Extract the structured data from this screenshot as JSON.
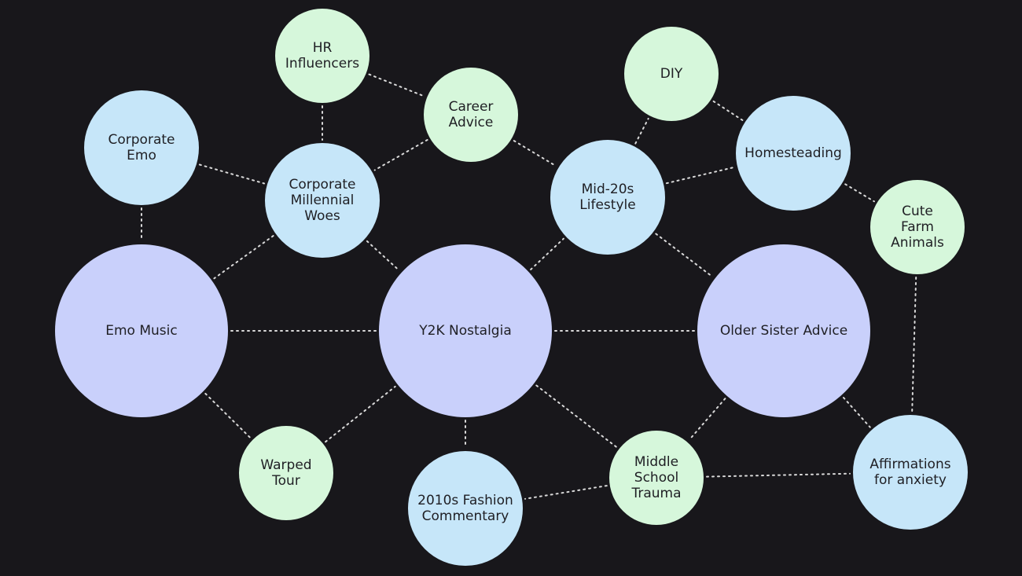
{
  "palette": {
    "background": "#18171b",
    "primary": "#c9d0fb",
    "secondary": "#c6e6f9",
    "tertiary": "#d6f7db",
    "text": "#1f1f24",
    "edge": "#d9d9d9"
  },
  "nodes": [
    {
      "id": "emo-music",
      "lines": [
        "Emo Music"
      ],
      "tier": "primary"
    },
    {
      "id": "y2k-nostalgia",
      "lines": [
        "Y2K Nostalgia"
      ],
      "tier": "primary"
    },
    {
      "id": "older-sister-advice",
      "lines": [
        "Older Sister Advice"
      ],
      "tier": "primary"
    },
    {
      "id": "corporate-emo",
      "lines": [
        "Corporate",
        "Emo"
      ],
      "tier": "secondary"
    },
    {
      "id": "corporate-millennial-woes",
      "lines": [
        "Corporate",
        "Millennial",
        "Woes"
      ],
      "tier": "secondary"
    },
    {
      "id": "mid-20s-lifestyle",
      "lines": [
        "Mid-20s",
        "Lifestyle"
      ],
      "tier": "secondary"
    },
    {
      "id": "homesteading",
      "lines": [
        "Homesteading"
      ],
      "tier": "secondary"
    },
    {
      "id": "2010s-fashion-commentary",
      "lines": [
        "2010s Fashion",
        "Commentary"
      ],
      "tier": "secondary"
    },
    {
      "id": "affirmations-for-anxiety",
      "lines": [
        "Affirmations",
        "for anxiety"
      ],
      "tier": "secondary"
    },
    {
      "id": "hr-influencers",
      "lines": [
        "HR",
        "Influencers"
      ],
      "tier": "tertiary"
    },
    {
      "id": "career-advice",
      "lines": [
        "Career",
        "Advice"
      ],
      "tier": "tertiary"
    },
    {
      "id": "diy",
      "lines": [
        "DIY"
      ],
      "tier": "tertiary"
    },
    {
      "id": "cute-farm-animals",
      "lines": [
        "Cute",
        "Farm",
        "Animals"
      ],
      "tier": "tertiary"
    },
    {
      "id": "warped-tour",
      "lines": [
        "Warped",
        "Tour"
      ],
      "tier": "tertiary"
    },
    {
      "id": "middle-school-trauma",
      "lines": [
        "Middle",
        "School",
        "Trauma"
      ],
      "tier": "tertiary"
    }
  ],
  "edges": [
    [
      "corporate-emo",
      "emo-music"
    ],
    [
      "corporate-emo",
      "corporate-millennial-woes"
    ],
    [
      "hr-influencers",
      "corporate-millennial-woes"
    ],
    [
      "hr-influencers",
      "career-advice"
    ],
    [
      "career-advice",
      "corporate-millennial-woes"
    ],
    [
      "career-advice",
      "mid-20s-lifestyle"
    ],
    [
      "corporate-millennial-woes",
      "emo-music"
    ],
    [
      "corporate-millennial-woes",
      "y2k-nostalgia"
    ],
    [
      "emo-music",
      "y2k-nostalgia"
    ],
    [
      "emo-music",
      "warped-tour"
    ],
    [
      "warped-tour",
      "y2k-nostalgia"
    ],
    [
      "y2k-nostalgia",
      "2010s-fashion-commentary"
    ],
    [
      "y2k-nostalgia",
      "middle-school-trauma"
    ],
    [
      "y2k-nostalgia",
      "older-sister-advice"
    ],
    [
      "y2k-nostalgia",
      "mid-20s-lifestyle"
    ],
    [
      "mid-20s-lifestyle",
      "diy"
    ],
    [
      "mid-20s-lifestyle",
      "homesteading"
    ],
    [
      "mid-20s-lifestyle",
      "older-sister-advice"
    ],
    [
      "diy",
      "homesteading"
    ],
    [
      "homesteading",
      "cute-farm-animals"
    ],
    [
      "cute-farm-animals",
      "affirmations-for-anxiety"
    ],
    [
      "older-sister-advice",
      "middle-school-trauma"
    ],
    [
      "older-sister-advice",
      "affirmations-for-anxiety"
    ],
    [
      "middle-school-trauma",
      "affirmations-for-anxiety"
    ],
    [
      "middle-school-trauma",
      "2010s-fashion-commentary"
    ]
  ]
}
